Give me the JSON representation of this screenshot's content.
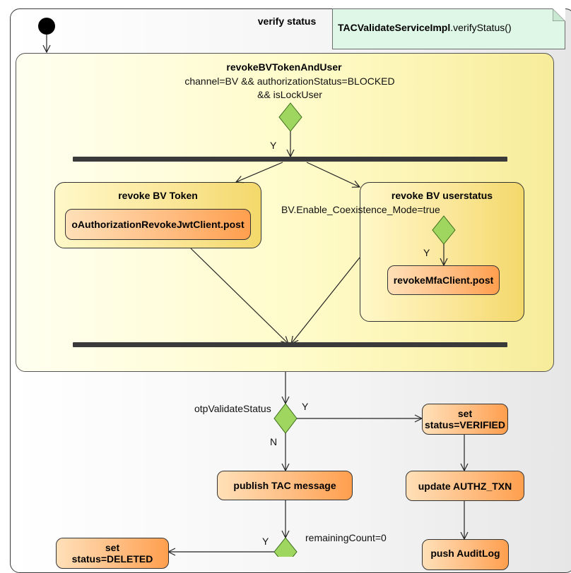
{
  "diagram": {
    "outer_title": "verify status",
    "note": {
      "bold": "TACValidateServiceImpl",
      "rest": ".verifyStatus()"
    },
    "region": {
      "title": "revokeBVTokenAndUser",
      "guard_line1": "channel=BV && authorizationStatus=BLOCKED",
      "guard_line2": "&& isLockUser",
      "yes_label": "Y"
    },
    "revoke_token_group": {
      "title": "revoke BV Token",
      "action": "oAuthorizationRevokeJwtClient.post"
    },
    "revoke_user_group": {
      "title": "revoke BV userstatus",
      "guard": "BV.Enable_Coexistence_Mode=true",
      "yes_label": "Y",
      "action": "revokeMfaClient.post"
    },
    "otp_decision": {
      "label": "otpValidateStatus",
      "yes": "Y",
      "no": "N"
    },
    "set_verified": {
      "line1": "set",
      "line2": "status=VERIFIED"
    },
    "publish_tac": "publish TAC message",
    "update_authz": "update AUTHZ_TXN",
    "remaining_decision": {
      "label": "remainingCount=0",
      "yes": "Y"
    },
    "set_deleted": {
      "line1": "set",
      "line2": "status=DELETED"
    },
    "push_audit": "push AuditLog",
    "colors": {
      "decision_fill": "#9fd65f",
      "bar": "#3a3a3a",
      "note_fill": "#dff7e6"
    }
  }
}
